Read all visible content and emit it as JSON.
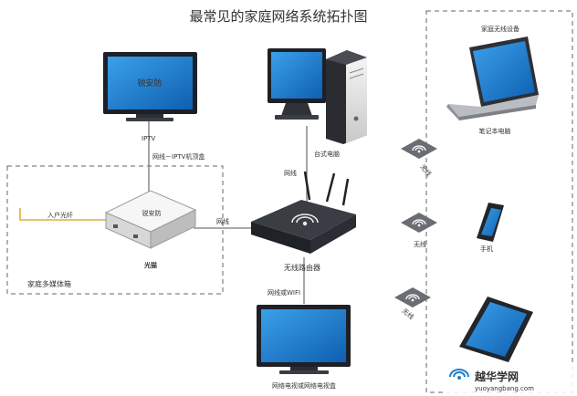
{
  "title": "最常见的家庭网络系统拓扑图",
  "devices": {
    "tv_top": {
      "screen_text": "锐安防",
      "label": "IPTV"
    },
    "desktop": {
      "label": "台式电脑"
    },
    "modem": {
      "label_on_box": "锐安防",
      "label": "光猫"
    },
    "router": {
      "label": "无线路由器"
    },
    "tv_bottom": {
      "label": "网络电视或网络电视盒"
    },
    "laptop": {
      "label": "笔记本电脑"
    },
    "phone": {
      "label": "手机"
    },
    "tablet": {
      "label": ""
    }
  },
  "connections": {
    "tv_to_modem": "网线－IPTV机顶盒",
    "desktop_to_router": "网线",
    "modem_to_router": "网线",
    "router_to_tv": "网线或WIFI",
    "fiber": "入户光纤"
  },
  "wireless": {
    "top": "无线",
    "middle": "无线",
    "bottom": "无线"
  },
  "zones": {
    "home_box": "家庭多媒体箱",
    "wireless_devices": "家庭无线设备"
  },
  "watermark": {
    "brand": "越华学网",
    "url": "yuoyangbang.com"
  },
  "colors": {
    "screen_blue": "#1e7fd0",
    "dark_panel": "#2b2f36",
    "fiber": "#d9b23a",
    "dash": "#666666"
  }
}
